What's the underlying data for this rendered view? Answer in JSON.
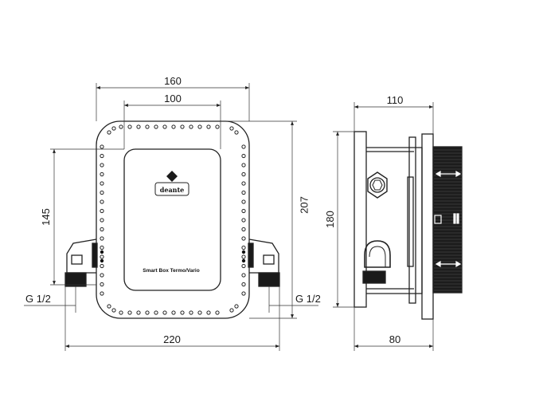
{
  "front_view": {
    "dim_top_outer": "160",
    "dim_top_inner": "100",
    "dim_left_height": "145",
    "dim_right_height": "207",
    "dim_bottom_width": "220",
    "port_left": "G 1/2",
    "port_right": "G 1/2",
    "brand_logo": "deante",
    "product_label": "Smart Box Termo/Vario"
  },
  "side_view": {
    "dim_top_depth": "110",
    "dim_left_height": "180",
    "dim_bottom_depth": "80"
  }
}
